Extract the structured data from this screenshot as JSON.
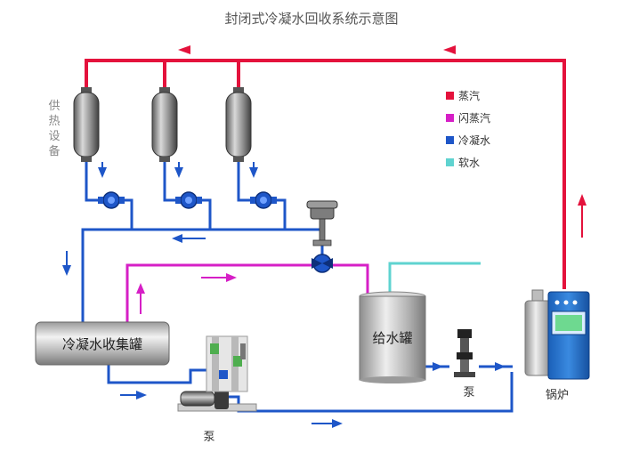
{
  "title": "封闭式冷凝水回收系统示意图",
  "equipment": {
    "heat_supply_label": [
      "供",
      "热",
      "设",
      "备"
    ],
    "collection_tank": "冷凝水收集罐",
    "feed_water_tank": "给水罐",
    "pump_main": "泵",
    "pump_boiler": "泵",
    "boiler": "锅炉"
  },
  "legend": [
    {
      "label": "蒸汽",
      "color": "#e4123c"
    },
    {
      "label": "闪蒸汽",
      "color": "#d61fc6"
    },
    {
      "label": "冷凝水",
      "color": "#1e56c8"
    },
    {
      "label": "软水",
      "color": "#5fd3d0"
    }
  ],
  "colors": {
    "steam": "#e4123c",
    "flash": "#d61fc6",
    "condensate": "#1e56c8",
    "soft_water": "#5fd3d0"
  }
}
